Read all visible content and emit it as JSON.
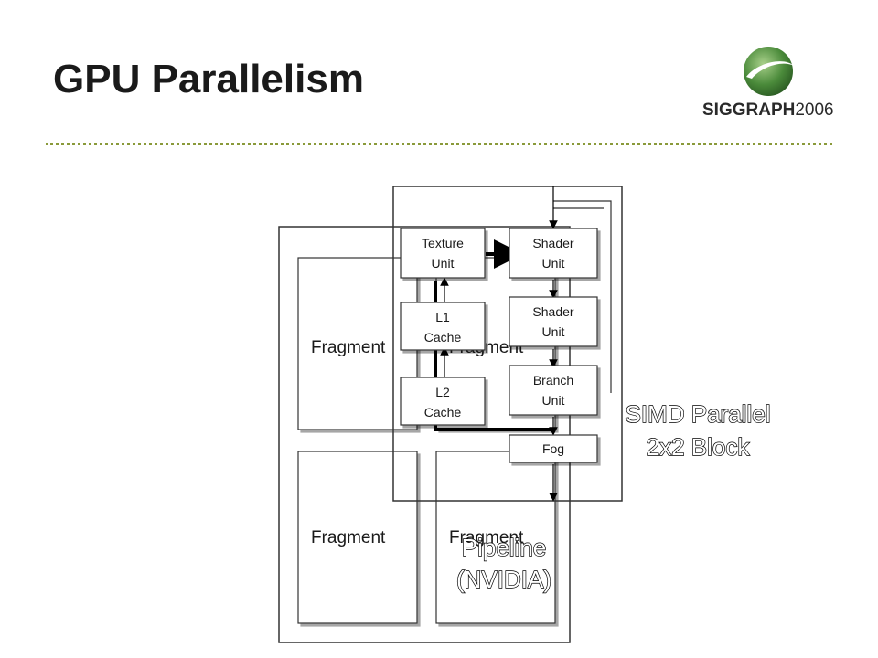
{
  "slide": {
    "title": "GPU Parallelism",
    "logo": {
      "brand_bold": "SIGGRAPH",
      "brand_year": "2006",
      "brand_color": "#4a8a3a"
    }
  },
  "diagram": {
    "fragments": [
      "Fragment",
      "Fragment",
      "Fragment",
      "Fragment"
    ],
    "units": {
      "texture": [
        "Texture",
        "Unit"
      ],
      "l1": [
        "L1",
        "Cache"
      ],
      "l2": [
        "L2",
        "Cache"
      ],
      "shader1": [
        "Shader",
        "Unit"
      ],
      "shader2": [
        "Shader",
        "Unit"
      ],
      "branch": [
        "Branch",
        "Unit"
      ],
      "fog": "Fog"
    },
    "pipeline_label": [
      "Pipeline",
      "(NVIDIA)"
    ],
    "simd_label": [
      "SIMD Parallel",
      "2x2 Block"
    ]
  }
}
